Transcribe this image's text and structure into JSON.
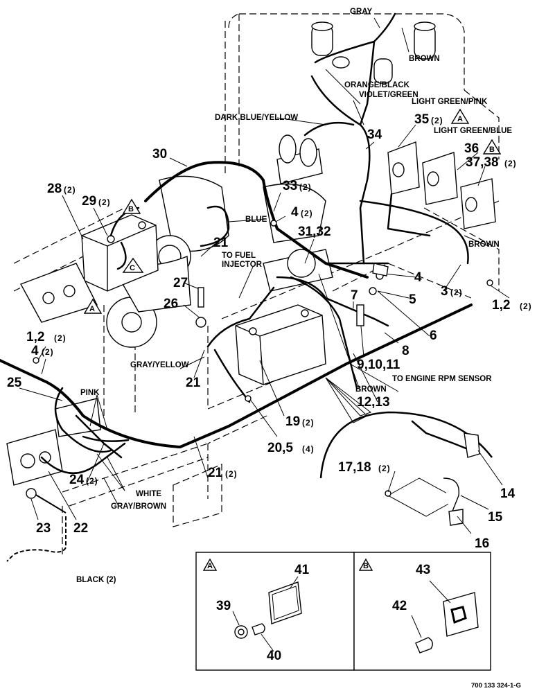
{
  "callouts": {
    "c30": "30",
    "c28": "28",
    "c28q": "(2)",
    "c29": "29",
    "c29q": "(2)",
    "c33": "33",
    "c33q": "(2)",
    "c4a": "4",
    "c4aq": "(2)",
    "c34": "34",
    "c35": "35",
    "c35q": "(2)",
    "c36": "36",
    "c37": "37,38",
    "c37q": "(2)",
    "c31": "31,32",
    "c21a": "21",
    "c4b": "4",
    "c5": "5",
    "c3": "3",
    "c3q": "(2)",
    "c12r": "1,2",
    "c12rq": "(2)",
    "c6": "6",
    "c7": "7",
    "c8": "8",
    "c27": "27",
    "c26": "26",
    "c21b": "21",
    "c9": "9,10,11",
    "c12": "12,13",
    "c12l": "1,2",
    "c12lq": "(2)",
    "c4c": "4",
    "c4cq": "(2)",
    "c25": "25",
    "c19": "19",
    "c19q": "(2)",
    "c20": "20,5",
    "c20q": "(4)",
    "c21c": "21",
    "c21cq": "(2)",
    "c24": "24",
    "c24q": "(2)",
    "c23": "23",
    "c22": "22",
    "c17": "17,18",
    "c17q": "(2)",
    "c14": "14",
    "c15": "15",
    "c16": "16",
    "c41": "41",
    "c39": "39",
    "c40": "40",
    "c43": "43",
    "c42": "42"
  },
  "wire_labels": {
    "gray": "GRAY",
    "brown_top": "BROWN",
    "orange_black": "ORANGE/BLACK",
    "violet_green": "VIOLET/GREEN",
    "light_green_pink": "LIGHT GREEN/PINK",
    "dark_blue_yellow": "DARK BLUE/YELLOW",
    "light_green_blue": "LIGHT GREEN/BLUE",
    "blue": "BLUE",
    "to_fuel": "TO FUEL",
    "injector": "INJECTOR",
    "brown_right": "BROWN",
    "gray_yellow": "GRAY/YELLOW",
    "to_rpm": "TO ENGINE RPM SENSOR",
    "brown_mid": "BROWN",
    "pink": "PINK",
    "white": "WHITE",
    "gray_brown": "GRAY/BROWN",
    "black": "BLACK (2)"
  },
  "flags": {
    "a": "A",
    "b": "B",
    "c": "C"
  },
  "figure_number": "700 133 324-1-G"
}
